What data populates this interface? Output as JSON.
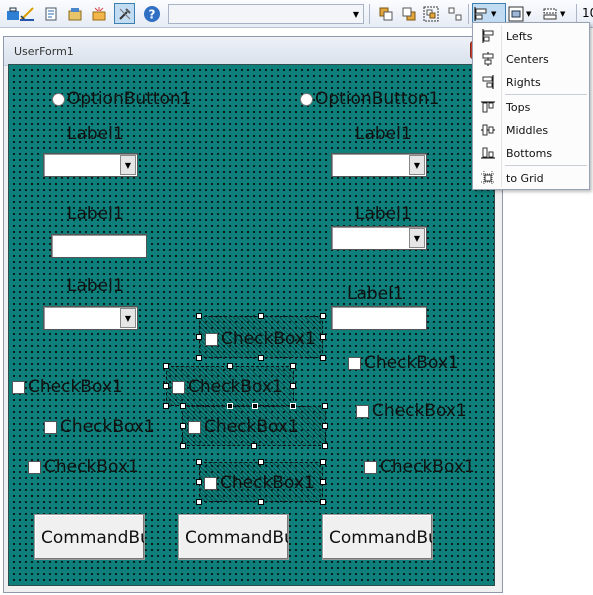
{
  "toolbar": {
    "buttons": [
      {
        "icon": "toolbox-icon"
      },
      {
        "icon": "tab-order-icon"
      },
      {
        "icon": "properties-icon"
      },
      {
        "icon": "object-browser-icon"
      },
      {
        "icon": "project-explorer-icon"
      },
      {
        "icon": "design-mode-icon"
      },
      {
        "icon": "help-icon"
      }
    ],
    "combo_value": "",
    "arrange_icons": [
      "bring-to-front-icon",
      "send-to-back-icon",
      "group-icon",
      "ungroup-icon"
    ],
    "align_dropdown_icon": "align-lefts-icon",
    "center_dropdown_icon": "center-in-form-icon",
    "size_dropdown_icon": "make-same-size-icon",
    "zoom_value": "10"
  },
  "userform": {
    "title": "UserForm1",
    "accent_color": "#0e7f7a"
  },
  "controls": {
    "option_buttons": [
      "OptionButton1",
      "OptionButton1"
    ],
    "labels": [
      "Label1",
      "Label1",
      "Label1",
      "Label1",
      "Label1",
      "Label1"
    ],
    "checkboxes": [
      "CheckBox1",
      "CheckBox1",
      "CheckBox1",
      "CheckBox1",
      "CheckBox1",
      "CheckBox1",
      "CheckBox1",
      "CheckBox1",
      "CheckBox1",
      "CheckBox1"
    ],
    "command_buttons": [
      "CommandBu",
      "CommandBu",
      "CommandBu"
    ]
  },
  "align_menu": {
    "items": [
      {
        "label": "Lefts",
        "icon": "align-lefts-icon"
      },
      {
        "label": "Centers",
        "icon": "align-centers-icon"
      },
      {
        "label": "Rights",
        "icon": "align-rights-icon"
      },
      {
        "label": "Tops",
        "icon": "align-tops-icon"
      },
      {
        "label": "Middles",
        "icon": "align-middles-icon"
      },
      {
        "label": "Bottoms",
        "icon": "align-bottoms-icon"
      },
      {
        "label": "to Grid",
        "icon": "align-to-grid-icon"
      }
    ]
  }
}
